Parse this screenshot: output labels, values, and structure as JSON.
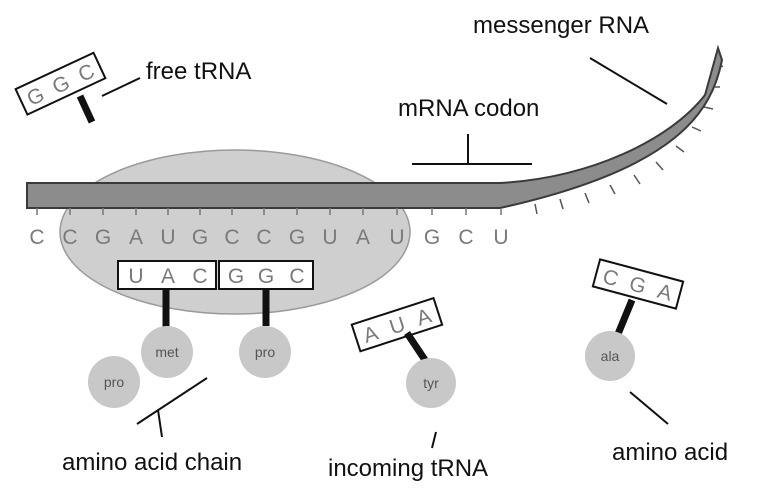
{
  "colors": {
    "ribbon_fill": "#8c8c8c",
    "ribbon_stroke": "#3a3a3a",
    "ribosome_fill": "#cfcfcf",
    "amino_acid_fill": "#c8c8c8",
    "base_text": "#7a7a7a",
    "label_text": "#111111"
  },
  "labels": {
    "free_trna": "free tRNA",
    "mrna_codon": "mRNA codon",
    "messenger_rna": "messenger RNA",
    "amino_acid_chain": "amino acid chain",
    "incoming_trna": "incoming tRNA",
    "amino_acid": "amino acid"
  },
  "mrna_bases": [
    "C",
    "C",
    "G",
    "A",
    "U",
    "G",
    "C",
    "C",
    "G",
    "U",
    "A",
    "U",
    "G",
    "C",
    "U"
  ],
  "trnas": {
    "free": {
      "anticodon": [
        "G",
        "G",
        "C"
      ]
    },
    "bound_1": {
      "anticodon": [
        "U",
        "A",
        "C"
      ],
      "amino_acid": "met"
    },
    "bound_2": {
      "anticodon": [
        "G",
        "G",
        "C"
      ],
      "amino_acid": "pro"
    },
    "incoming": {
      "anticodon": [
        "A",
        "U",
        "A"
      ],
      "amino_acid": "tyr"
    },
    "free_right": {
      "anticodon": [
        "C",
        "G",
        "A"
      ],
      "amino_acid": "ala"
    }
  },
  "chain_extra_amino_acid": "pro"
}
